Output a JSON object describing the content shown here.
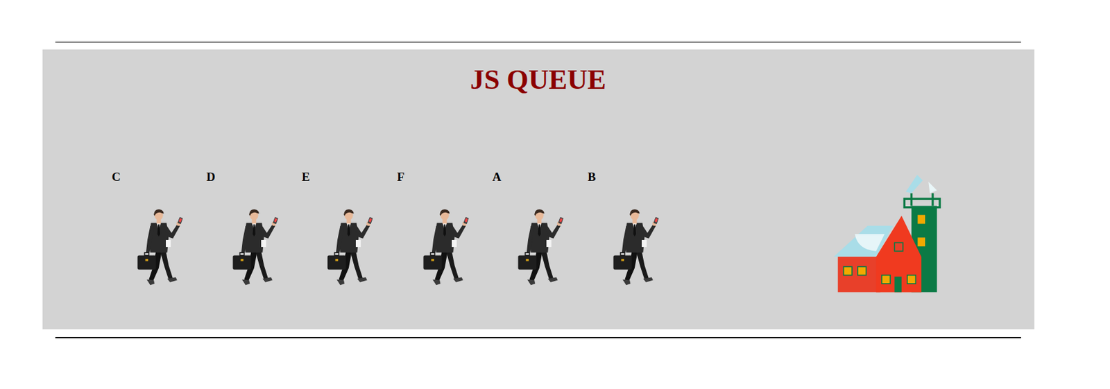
{
  "diagram": {
    "title": "JS QUEUE",
    "labels": [
      "C",
      "D",
      "E",
      "F",
      "A",
      "B"
    ]
  }
}
